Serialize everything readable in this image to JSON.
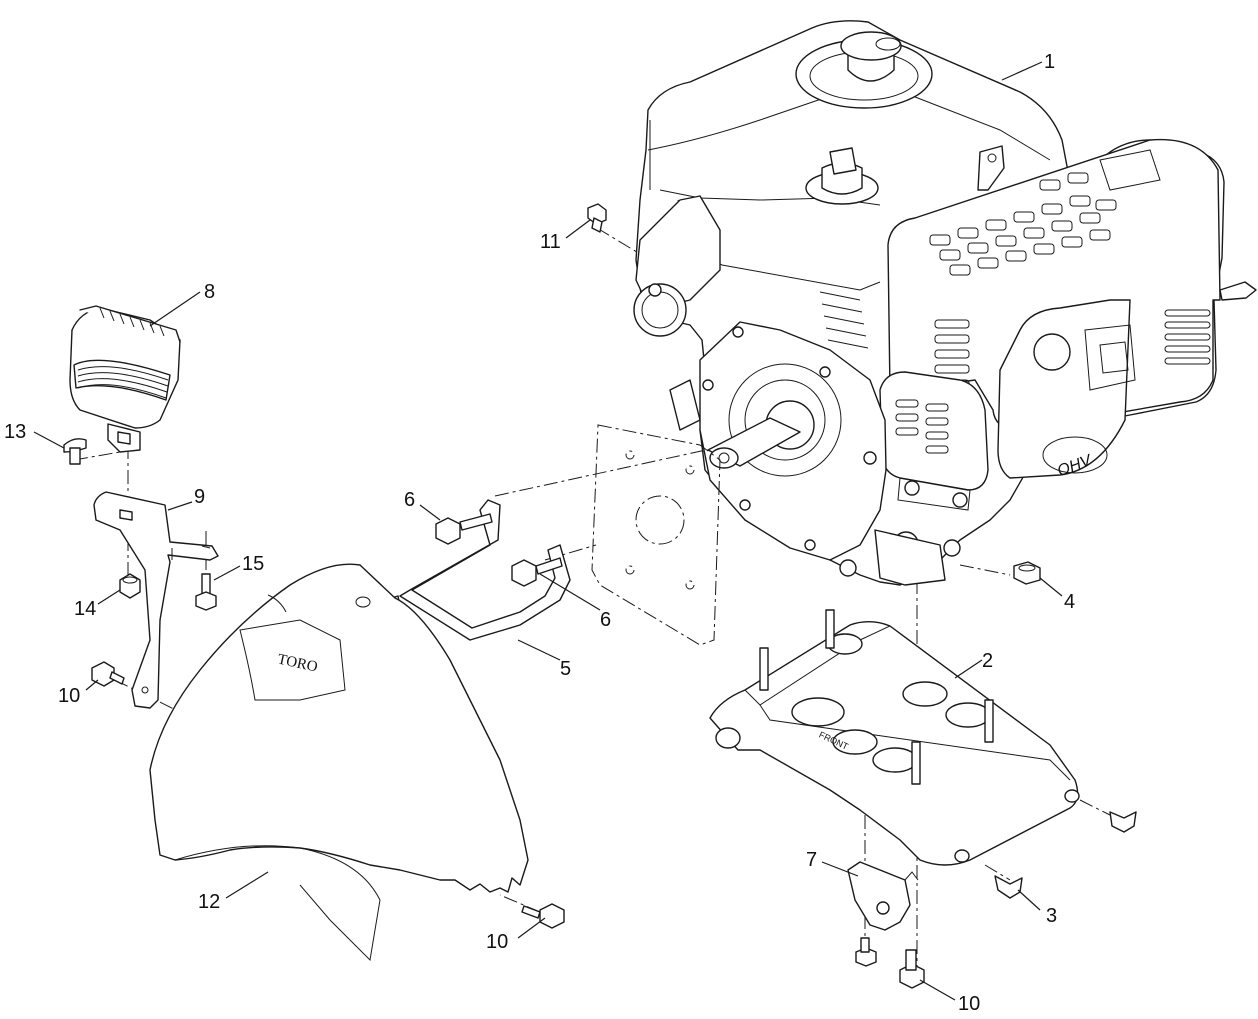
{
  "callouts": {
    "c1": "1",
    "c2": "2",
    "c3": "3",
    "c4": "4",
    "c5": "5",
    "c6a": "6",
    "c6b": "6",
    "c7": "7",
    "c8": "8",
    "c9": "9",
    "c10a": "10",
    "c10b": "10",
    "c10c": "10",
    "c11": "11",
    "c12": "12",
    "c13": "13",
    "c14": "14",
    "c15": "15"
  },
  "labels": {
    "shroud_brand": "TORO",
    "engine_ohv": "OHV",
    "plate_front": "FRONT"
  }
}
